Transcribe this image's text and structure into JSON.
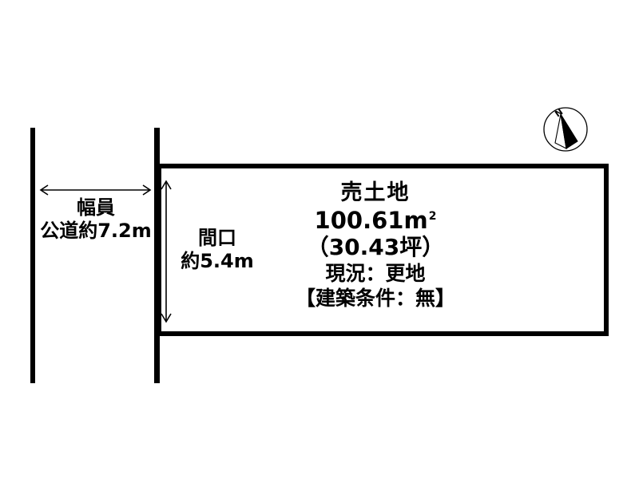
{
  "figure": {
    "type": "land-plot-diagram",
    "background_color": "#ffffff",
    "line_color": "#000000"
  },
  "parcel": {
    "title": "売土地",
    "area_sqm_value": "100.61",
    "area_sqm_unit": "m",
    "area_sqm_unit_superscript": "2",
    "area_tsubo": "（30.43坪）",
    "current_status": "現況：更地",
    "building_condition": "【建築条件：無】"
  },
  "dimensions": {
    "road_width": {
      "label_line1": "幅員",
      "label_line2": "公道約7.2m",
      "arrow": "double-headed-horizontal"
    },
    "frontage": {
      "label_line1": "間口",
      "label_line2": "約5.4m",
      "arrow": "double-headed-vertical"
    }
  },
  "compass": {
    "north_label": "N",
    "needle_fill": "#000000",
    "circle_stroke": "#000000"
  }
}
